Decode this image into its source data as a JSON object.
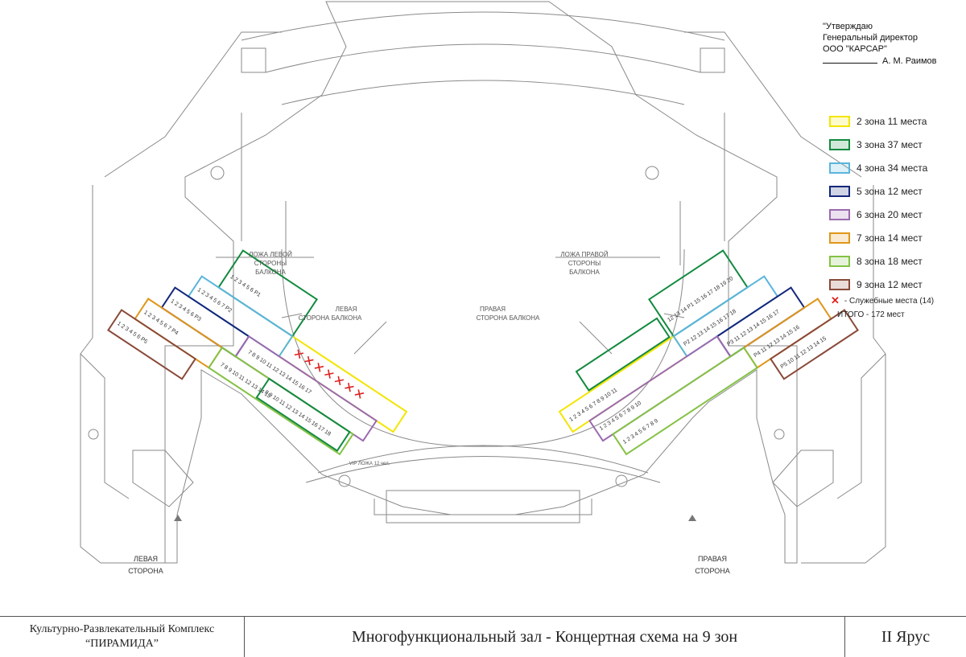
{
  "approval": {
    "line1": "\"Утверждаю",
    "line2": "Генеральный директор",
    "line3": "ООО \"КАРСАР\"",
    "signer": "А. М. Раимов"
  },
  "legend": {
    "items": [
      {
        "label": "2 зона 11 места",
        "color": "#f3e500"
      },
      {
        "label": "3 зона 37 мест",
        "color": "#138a3f"
      },
      {
        "label": "4 зона 34 места",
        "color": "#5ab5dd"
      },
      {
        "label": "5 зона 12 мест",
        "color": "#14277a"
      },
      {
        "label": "6 зона 20 мест",
        "color": "#9b6ab0"
      },
      {
        "label": "7 зона 14 мест",
        "color": "#e0961a"
      },
      {
        "label": "8 зона 18 мест",
        "color": "#84c244"
      },
      {
        "label": "9 зона 12 мест",
        "color": "#8a4a3a"
      }
    ],
    "service_note": "- Служебные места (14)",
    "total": "ИТОГО - 172 мест"
  },
  "plan": {
    "box_left_line1": "ЛОЖА ЛЕВОЙ",
    "box_left_line2": "СТОРОНЫ БАЛКОНА",
    "box_right_line1": "ЛОЖА ПРАВОЙ",
    "box_right_line2": "СТОРОНЫ БАЛКОНА",
    "balcony_left_line1": "ЛЕВАЯ",
    "balcony_left_line2": "СТОРОНА БАЛКОНА",
    "balcony_right_line1": "ПРАВАЯ",
    "balcony_right_line2": "СТОРОНА БАЛКОНА",
    "vip": "VIP ЛОЖА 12 чел.",
    "side_left_line1": "ЛЕВАЯ",
    "side_left_line2": "СТОРОНА",
    "side_right_line1": "ПРАВАЯ",
    "side_right_line2": "СТОРОНА"
  },
  "footer": {
    "org_line1": "Культурно-Развлекательный Комплекс",
    "org_line2": "“ПИРАМИДА”",
    "title": "Многофункциональный зал - Концертная схема на 9 зон",
    "tier": "II Ярус"
  }
}
